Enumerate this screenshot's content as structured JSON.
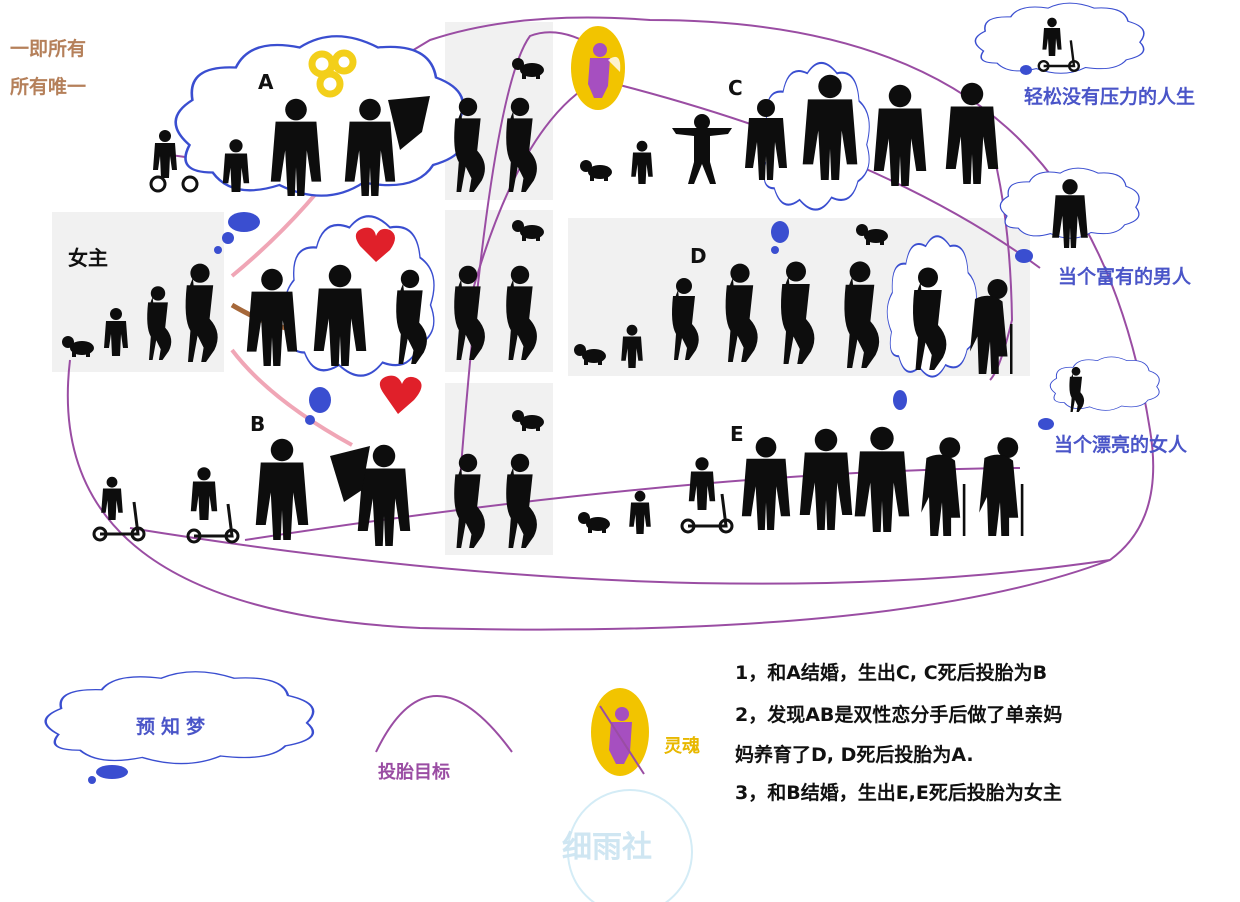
{
  "motto": {
    "line1": "一即所有",
    "line2": "所有唯一"
  },
  "rows": {
    "a": "A",
    "protagonist": "女主",
    "b": "B",
    "c": "C",
    "d": "D",
    "e": "E"
  },
  "wishes": {
    "easy_life": "轻松没有压力的人生",
    "rich_man": "当个富有的男人",
    "pretty_woman": "当个漂亮的女人"
  },
  "legend": {
    "dream": "预知梦",
    "target": "投胎目标",
    "soul": "灵魂"
  },
  "notes": [
    "1，和A结婚，生出C, C死后投胎为B",
    "2，发现AB是双性恋分手后做了单亲妈",
    "妈养育了D, D死后投胎为A.",
    "3，和B结婚，生出E,E死后投胎为女主"
  ],
  "watermark": "细雨社",
  "colors": {
    "motto": "#b5805a",
    "wish_text": "#4a55c8",
    "dream_bubble": "#3a4ed0",
    "target_line": "#9a4da3",
    "soul_bg": "#f2c400",
    "soul_figure": "#a64fc0",
    "heart": "#e0202a",
    "coin": "#f3cf1a",
    "pink_stroke": "#f0a6b6",
    "brown_stroke": "#a6683a",
    "silhouette": "#0d0d0d"
  }
}
